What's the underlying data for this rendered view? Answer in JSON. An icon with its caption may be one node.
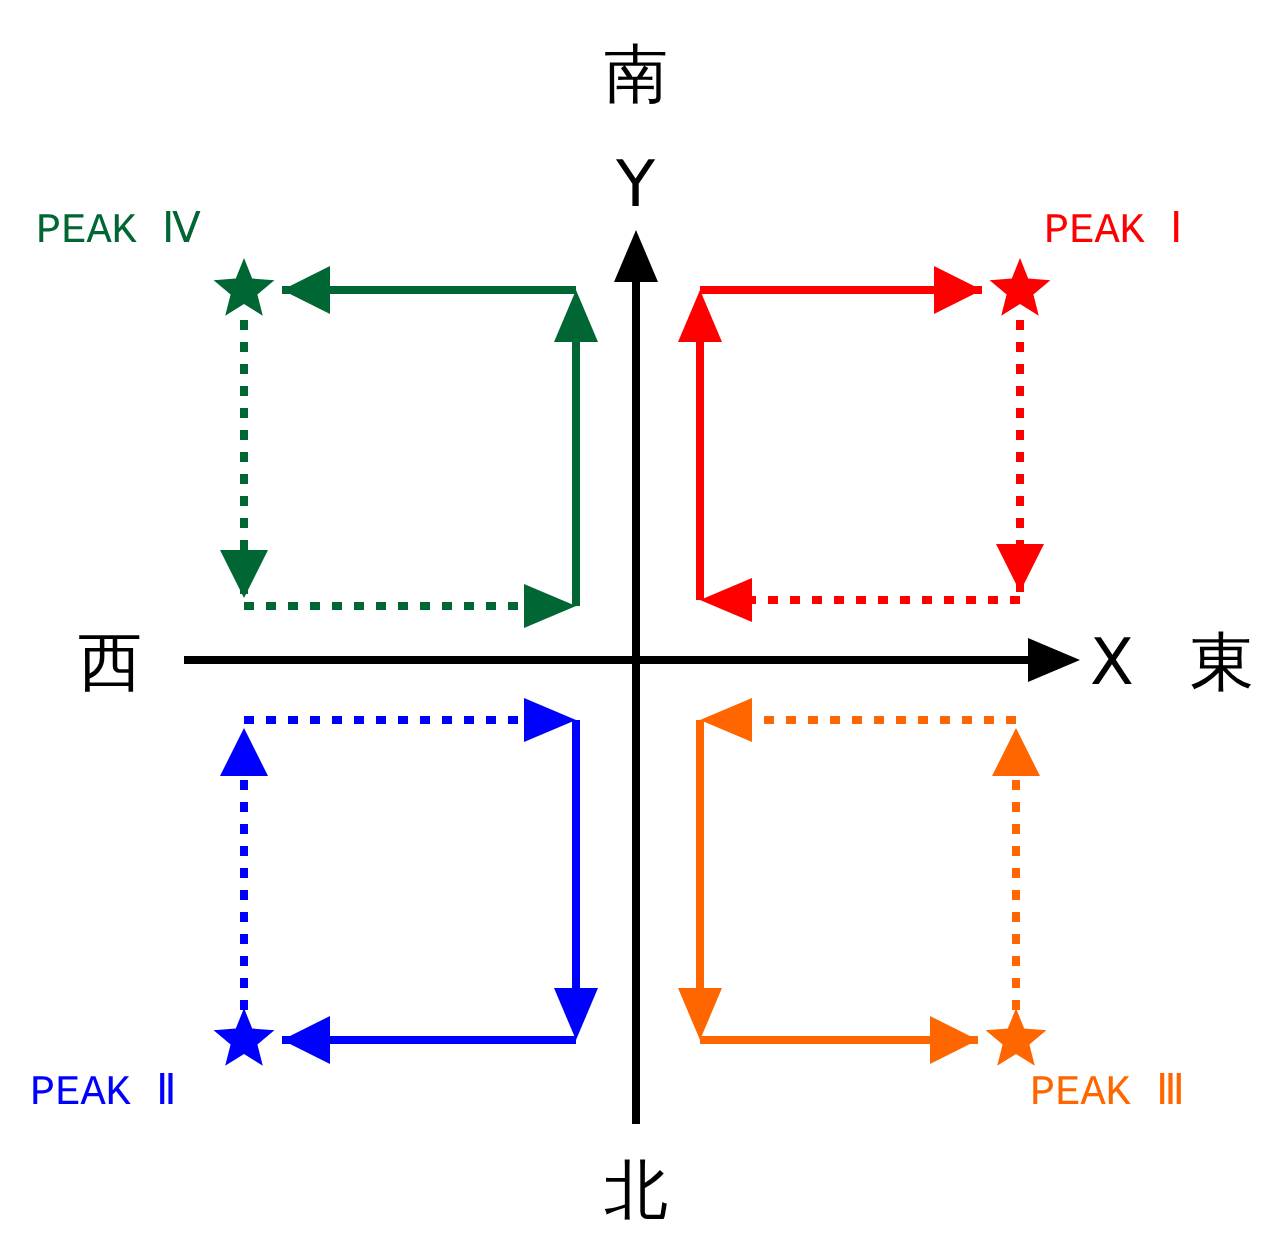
{
  "diagram": {
    "nodes": [
      {
        "text": [],
        "shape": "star",
        "beside": [
          "PEAK Ⅳ"
        ]
      },
      {
        "text": [],
        "shape": "star",
        "beside": [
          "PEAK Ⅰ"
        ]
      },
      {
        "text": [],
        "shape": "star",
        "beside": [
          "PEAK Ⅱ"
        ]
      },
      {
        "text": [],
        "shape": "star",
        "beside": [
          "PEAK Ⅲ"
        ]
      }
    ],
    "edges": [
      {
        "from": null,
        "to": 0,
        "arrow": "to",
        "color": "#006633"
      },
      {
        "from": 0,
        "to": null,
        "arrow": "to",
        "style": "dashed",
        "color": "#006633"
      },
      {
        "from": null,
        "to": 1,
        "arrow": "to",
        "color": "#ff0000"
      },
      {
        "from": 1,
        "to": null,
        "arrow": "to",
        "style": "dashed",
        "color": "#ff0000"
      },
      {
        "from": null,
        "to": 2,
        "arrow": "to",
        "color": "#0000ff"
      },
      {
        "from": 2,
        "to": null,
        "arrow": "to",
        "style": "dashed",
        "color": "#0000ff"
      },
      {
        "from": null,
        "to": 3,
        "arrow": "to",
        "color": "#ff6600"
      },
      {
        "from": 3,
        "to": null,
        "arrow": "to",
        "style": "dashed",
        "color": "#ff6600"
      }
    ],
    "labels": [
      "南",
      "Y",
      "西",
      "X",
      "東",
      "北"
    ]
  }
}
